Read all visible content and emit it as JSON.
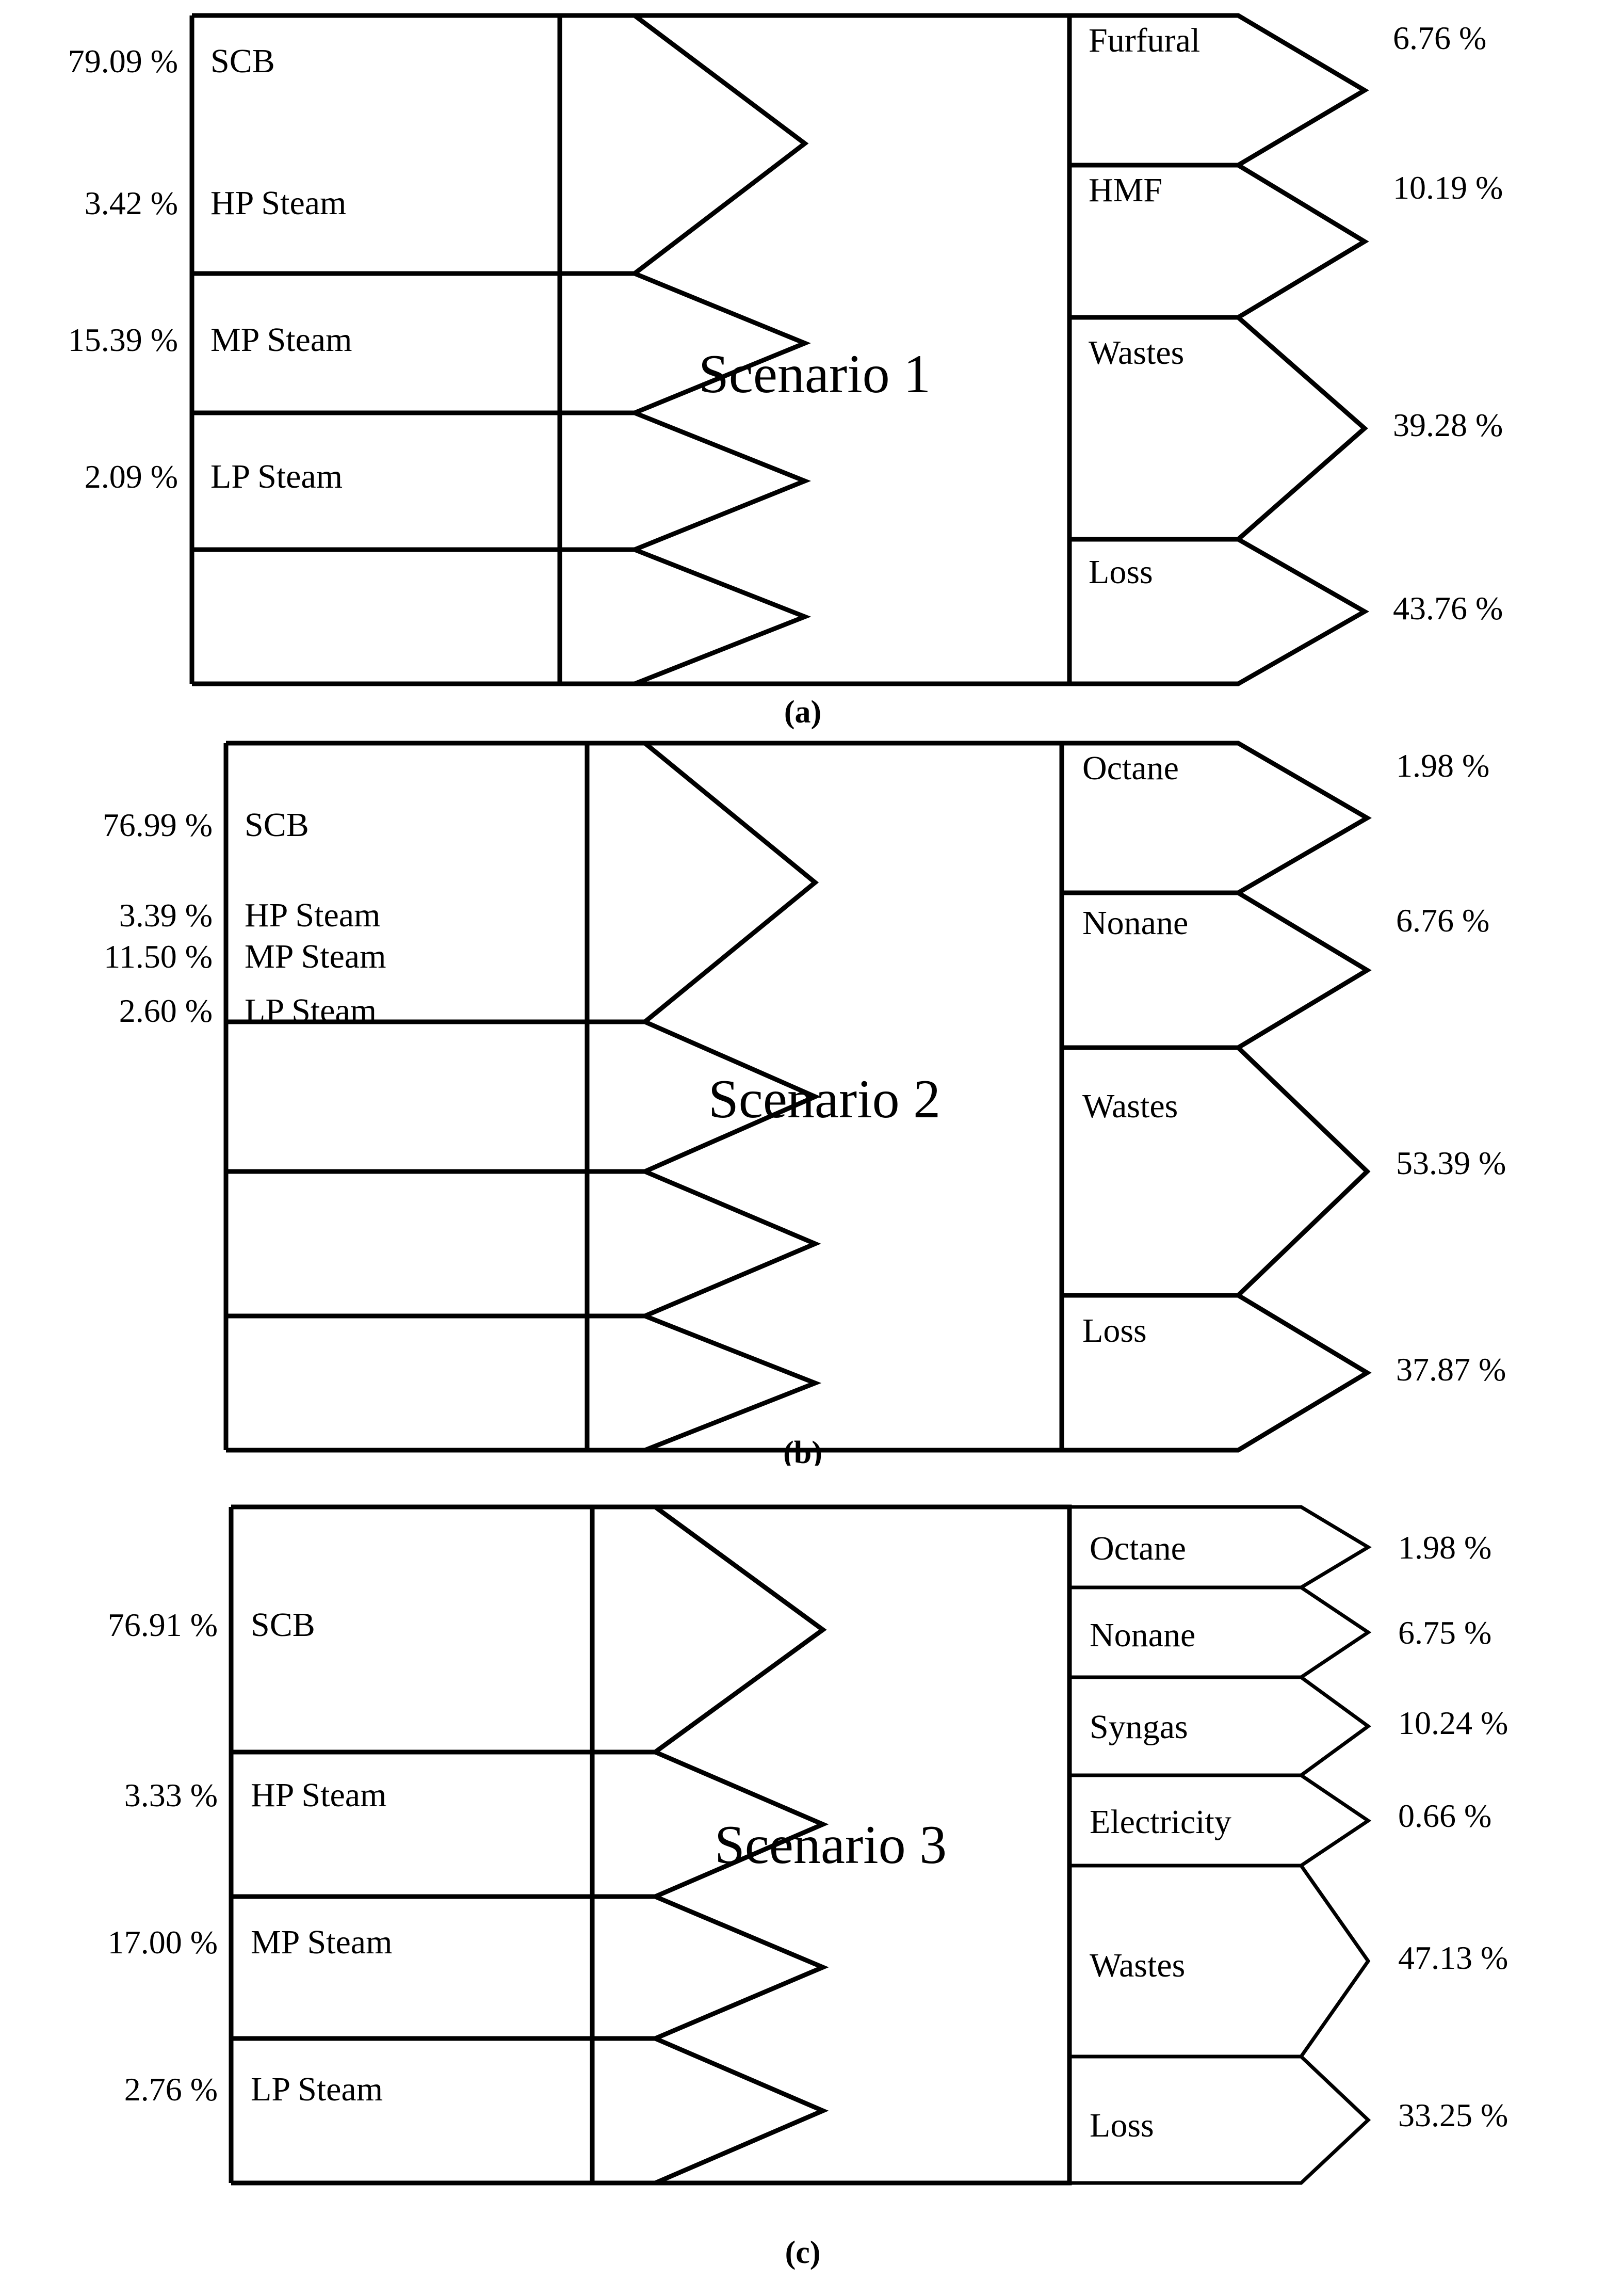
{
  "figure": {
    "title": "Sankey-style mass/energy distribution for three biorefinery scenarios",
    "unit_suffix": "%"
  },
  "chart_data": {
    "type": "diagram",
    "subtype": "sankey-arrow-flow",
    "panels": [
      {
        "caption": "(a)",
        "center_label": "Scenario 1",
        "inputs": {
          "labels": [
            "SCB",
            "HP Steam",
            "MP Steam",
            "LP Steam"
          ],
          "values": [
            79.09,
            3.42,
            15.39,
            2.09
          ],
          "value_texts": [
            "79.09 %",
            "3.42 %",
            "15.39 %",
            "2.09 %"
          ]
        },
        "outputs": {
          "labels": [
            "Furfural",
            "HMF",
            "Wastes",
            "Loss"
          ],
          "values": [
            6.76,
            10.19,
            39.28,
            43.76
          ],
          "value_texts": [
            "6.76 %",
            "10.19 %",
            "39.28 %",
            "43.76 %"
          ]
        }
      },
      {
        "caption": "(b)",
        "center_label": "Scenario 2",
        "inputs": {
          "labels": [
            "SCB",
            "HP Steam",
            "MP Steam",
            "LP Steam"
          ],
          "values": [
            76.99,
            3.39,
            11.5,
            2.6
          ],
          "value_texts": [
            "76.99 %",
            "3.39 %",
            "11.50 %",
            "2.60 %"
          ]
        },
        "outputs": {
          "labels": [
            "Octane",
            "Nonane",
            "Wastes",
            "Loss"
          ],
          "values": [
            1.98,
            6.76,
            53.39,
            37.87
          ],
          "value_texts": [
            "1.98 %",
            "6.76 %",
            "53.39 %",
            "37.87 %"
          ]
        }
      },
      {
        "caption": "(c)",
        "center_label": "Scenario 3",
        "inputs": {
          "labels": [
            "SCB",
            "HP Steam",
            "MP Steam",
            "LP Steam"
          ],
          "values": [
            76.91,
            3.33,
            17.0,
            2.76
          ],
          "value_texts": [
            "76.91 %",
            "3.33 %",
            "17.00 %",
            "2.76 %"
          ]
        },
        "outputs": {
          "labels": [
            "Octane",
            "Nonane",
            "Syngas",
            "Electricity",
            "Wastes",
            "Loss"
          ],
          "values": [
            1.98,
            6.75,
            10.24,
            0.66,
            47.13,
            33.25
          ],
          "value_texts": [
            "1.98 %",
            "6.75 %",
            "10.24 %",
            "0.66 %",
            "47.13 %",
            "33.25 %"
          ]
        }
      }
    ],
    "colors": {
      "stroke": "#000000",
      "fill": "#ffffff",
      "text": "#000000"
    }
  },
  "panel_a": {
    "caption": "(a)",
    "center_label": "Scenario 1",
    "in_0_label": "SCB",
    "in_0_pct": "79.09 %",
    "in_1_label": "HP Steam",
    "in_1_pct": "3.42 %",
    "in_2_label": "MP Steam",
    "in_2_pct": "15.39 %",
    "in_3_label": "LP Steam",
    "in_3_pct": "2.09 %",
    "out_0_label": "Furfural",
    "out_0_pct": "6.76 %",
    "out_1_label": "HMF",
    "out_1_pct": "10.19 %",
    "out_2_label": "Wastes",
    "out_2_pct": "39.28 %",
    "out_3_label": "Loss",
    "out_3_pct": "43.76 %"
  },
  "panel_b": {
    "caption": "(b)",
    "center_label": "Scenario 2",
    "in_0_label": "SCB",
    "in_0_pct": "76.99 %",
    "in_1_label": "HP Steam",
    "in_1_pct": "3.39 %",
    "in_2_label": "MP Steam",
    "in_2_pct": "11.50 %",
    "in_3_label": "LP Steam",
    "in_3_pct": "2.60 %",
    "out_0_label": "Octane",
    "out_0_pct": "1.98 %",
    "out_1_label": "Nonane",
    "out_1_pct": "6.76 %",
    "out_2_label": "Wastes",
    "out_2_pct": "53.39 %",
    "out_3_label": "Loss",
    "out_3_pct": "37.87 %"
  },
  "panel_c": {
    "caption": "(c)",
    "center_label": "Scenario 3",
    "in_0_label": "SCB",
    "in_0_pct": "76.91 %",
    "in_1_label": "HP Steam",
    "in_1_pct": "3.33 %",
    "in_2_label": "MP Steam",
    "in_2_pct": "17.00 %",
    "in_3_label": "LP Steam",
    "in_3_pct": "2.76 %",
    "out_0_label": "Octane",
    "out_0_pct": "1.98 %",
    "out_1_label": "Nonane",
    "out_1_pct": "6.75 %",
    "out_2_label": "Syngas",
    "out_2_pct": "10.24 %",
    "out_3_label": "Electricity",
    "out_3_pct": "0.66 %",
    "out_4_label": "Wastes",
    "out_4_pct": "47.13 %",
    "out_5_label": "Loss",
    "out_5_pct": "33.25 %"
  }
}
